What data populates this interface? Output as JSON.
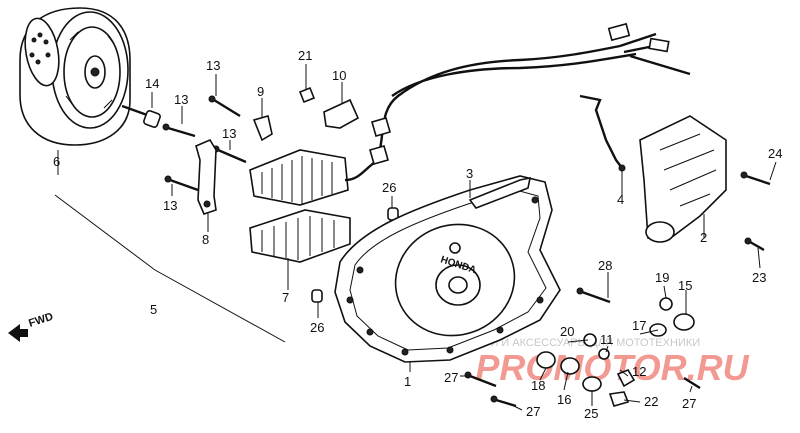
{
  "fwd_label": "FWD",
  "watermark": {
    "caption": "ЗАПЧАСТИ И АКСЕССУАРЫ ДЛЯ МОТОТЕХНИКИ",
    "brand_left": "PRO",
    "brand_mid": "MOTOR",
    "brand_right": ".RU",
    "brand_color": "#e8483a"
  },
  "cover_logo": "HONDA",
  "callouts": [
    {
      "id": "c1",
      "text": "1"
    },
    {
      "id": "c2",
      "text": "2"
    },
    {
      "id": "c3",
      "text": "3"
    },
    {
      "id": "c4",
      "text": "4"
    },
    {
      "id": "c5",
      "text": "5"
    },
    {
      "id": "c6",
      "text": "6"
    },
    {
      "id": "c7",
      "text": "7"
    },
    {
      "id": "c8",
      "text": "8"
    },
    {
      "id": "c9",
      "text": "9"
    },
    {
      "id": "c10",
      "text": "10"
    },
    {
      "id": "c11",
      "text": "11"
    },
    {
      "id": "c12",
      "text": "12"
    },
    {
      "id": "c13a",
      "text": "13"
    },
    {
      "id": "c13b",
      "text": "13"
    },
    {
      "id": "c13c",
      "text": "13"
    },
    {
      "id": "c13d",
      "text": "13"
    },
    {
      "id": "c14",
      "text": "14"
    },
    {
      "id": "c15",
      "text": "15"
    },
    {
      "id": "c16",
      "text": "16"
    },
    {
      "id": "c17",
      "text": "17"
    },
    {
      "id": "c18",
      "text": "18"
    },
    {
      "id": "c19",
      "text": "19"
    },
    {
      "id": "c20",
      "text": "20"
    },
    {
      "id": "c21",
      "text": "21"
    },
    {
      "id": "c22",
      "text": "22"
    },
    {
      "id": "c23",
      "text": "23"
    },
    {
      "id": "c24",
      "text": "24"
    },
    {
      "id": "c25",
      "text": "25"
    },
    {
      "id": "c26a",
      "text": "26"
    },
    {
      "id": "c26b",
      "text": "26"
    },
    {
      "id": "c27a",
      "text": "27"
    },
    {
      "id": "c27b",
      "text": "27"
    },
    {
      "id": "c27c",
      "text": "27"
    },
    {
      "id": "c28",
      "text": "28"
    }
  ]
}
